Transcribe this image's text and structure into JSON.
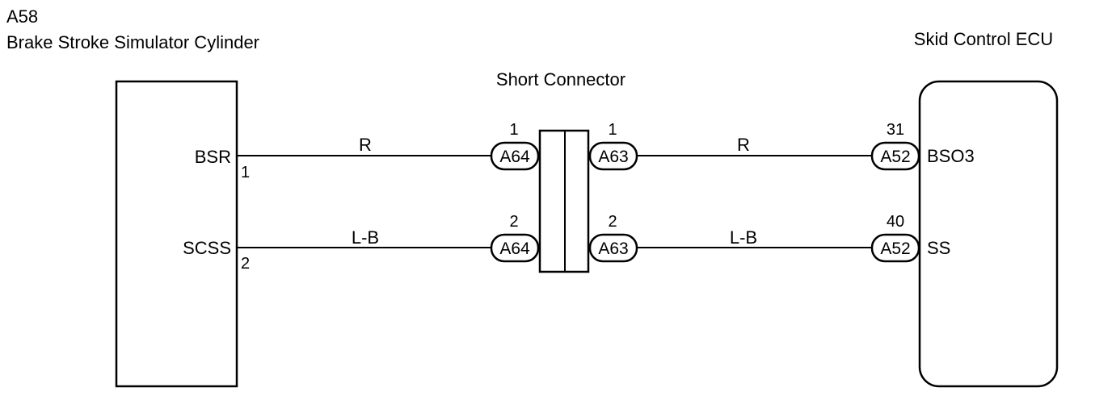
{
  "left_component": {
    "code": "A58",
    "name": "Brake Stroke Simulator Cylinder",
    "terminals": [
      {
        "label": "BSR",
        "pin": "1"
      },
      {
        "label": "SCSS",
        "pin": "2"
      }
    ]
  },
  "short_connector": {
    "title": "Short Connector",
    "left_code": "A64",
    "right_code": "A63"
  },
  "right_component": {
    "name": "Skid Control ECU",
    "connector_code": "A52",
    "terminals": [
      {
        "label": "BSO3",
        "pin": "31"
      },
      {
        "label": "SS",
        "pin": "40"
      }
    ]
  },
  "wires": [
    {
      "left_color": "R",
      "right_color": "R",
      "left_pin": "1",
      "right_pin": "1"
    },
    {
      "left_color": "L-B",
      "right_color": "L-B",
      "left_pin": "2",
      "right_pin": "2"
    }
  ]
}
